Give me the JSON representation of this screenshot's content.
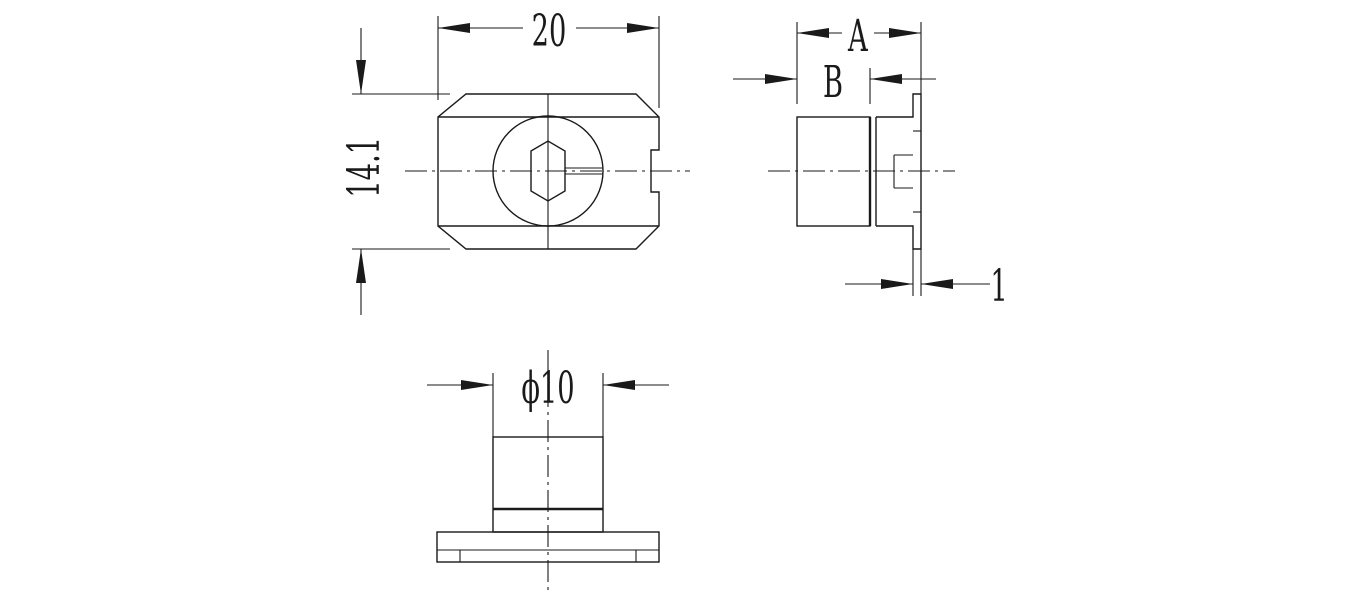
{
  "dimensions": {
    "width": "20",
    "height": "14.1",
    "a": "A",
    "b": "B",
    "thickness": "1",
    "diameter": "ϕ10"
  }
}
